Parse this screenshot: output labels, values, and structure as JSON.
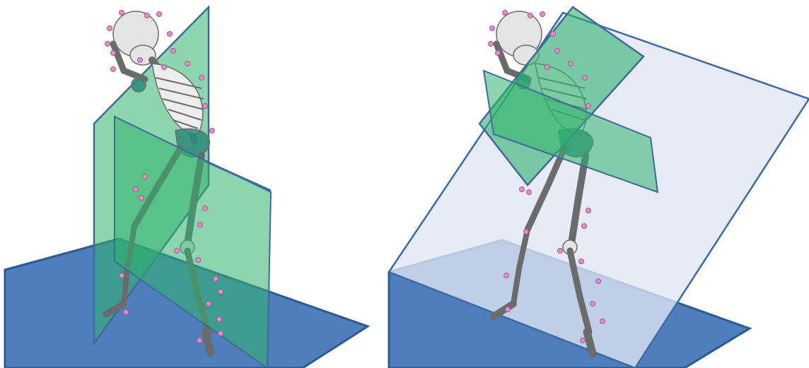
{
  "colors": {
    "background": "#ffffff",
    "ground_plane": "#3f73b5",
    "ground_plane_edge": "#2e5a93",
    "anatomical_plane": "#2fb36c",
    "anatomical_plane_edge": "#3e6a9b",
    "tilted_plane": "#dfe6f3",
    "tilted_plane_edge": "#3d6aa3",
    "bone": "#e4e4e4",
    "bone_outline": "#6b6b6b",
    "marker": "#e58ec8",
    "joint_marker": "#2a8a7a"
  },
  "panels": [
    {
      "id": "left",
      "planes": [
        "ground-plane",
        "frontal-plane",
        "sagittal-plane"
      ]
    },
    {
      "id": "right",
      "planes": [
        "ground-plane",
        "tilted-plane",
        "upper-body-plane",
        "pelvis-plane"
      ]
    }
  ],
  "icons": {
    "figure": "skeleton-figure",
    "markers": "motion-capture-marker-icon"
  }
}
